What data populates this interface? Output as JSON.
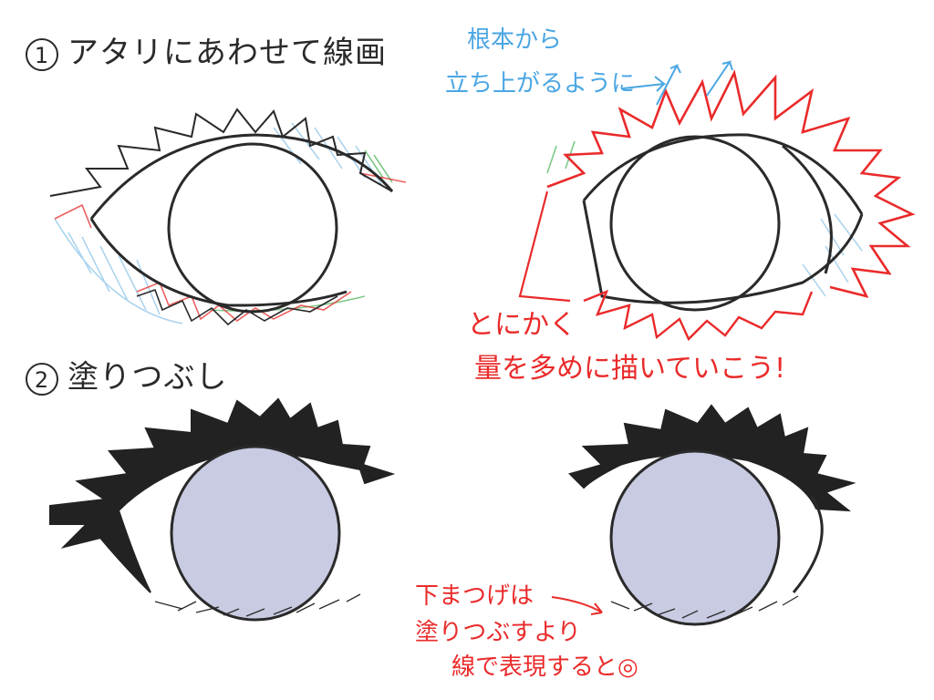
{
  "steps": [
    {
      "number": "1",
      "title": "アタリにあわせて線画"
    },
    {
      "number": "2",
      "title": "塗りつぶし"
    }
  ],
  "notes": {
    "roots": [
      "根本から",
      "立ち上がるように"
    ],
    "volume": [
      "とにかく",
      "量を多めに描いていこう!"
    ],
    "lower_lashes": [
      "下まつげは",
      "塗りつぶすより",
      "線で表現すると◎"
    ]
  },
  "colors": {
    "line": "#2a2a2a",
    "sketch_red": "#ea2a2a",
    "sketch_blue": "#a8d2ee",
    "sketch_green": "#7fc98a",
    "iris_fill": "#c8cbe2",
    "lash_fill": "#222222"
  }
}
